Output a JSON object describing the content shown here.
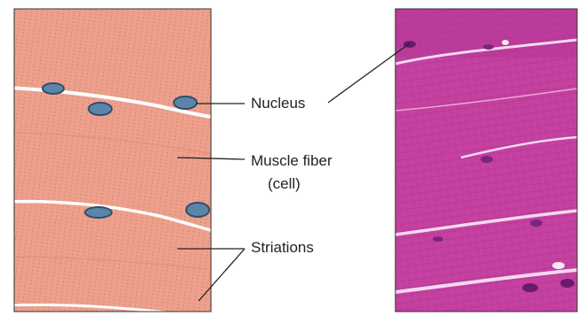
{
  "labels": {
    "nucleus": "Nucleus",
    "muscle_fiber_line1": "Muscle fiber",
    "muscle_fiber_line2": "(cell)",
    "striations": "Striations"
  },
  "colors": {
    "drawing_background": "#eea28e",
    "drawing_striation": "#d8826f",
    "nucleus_fill": "#5b86aa",
    "nucleus_stroke": "#2f4f6a",
    "micrograph_background": "#c4409f",
    "micrograph_dark": "#a03388",
    "micrograph_light": "#f3d9ee",
    "leader_line": "#222222",
    "frame": "#333333"
  }
}
